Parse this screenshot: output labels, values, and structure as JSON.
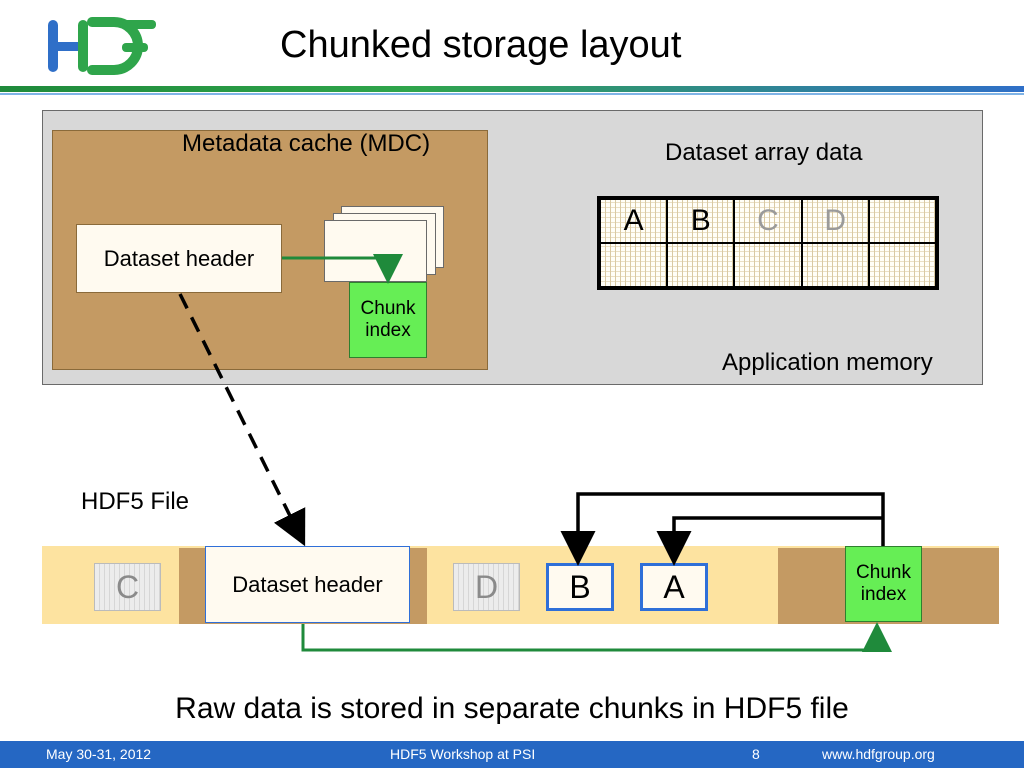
{
  "logo": {
    "text": "HDF"
  },
  "slide": {
    "title": "Chunked storage layout"
  },
  "app_memory": {
    "label": "Application memory",
    "mdc": {
      "label": "Metadata cache (MDC)",
      "dataset_header": "Dataset header",
      "chunk_index": "Chunk\nindex"
    },
    "array": {
      "label": "Dataset array data",
      "row1": [
        "A",
        "B",
        "C",
        "D",
        ""
      ],
      "row2": [
        "",
        "",
        "",
        "",
        ""
      ]
    }
  },
  "hdf5_file": {
    "label": "HDF5 File",
    "chunk_c": "C",
    "dataset_header": "Dataset header",
    "chunk_d": "D",
    "chunk_b": "B",
    "chunk_a": "A",
    "chunk_index": "Chunk\nindex"
  },
  "caption": "Raw data is stored in separate chunks in HDF5 file",
  "footer": {
    "date": "May 30-31, 2012",
    "event": "HDF5 Workshop at PSI",
    "page": "8",
    "url": "www.hdfgroup.org"
  },
  "colors": {
    "accent_blue": "#2567c3",
    "green": "#1f8a3b",
    "mdc_brown": "#c49a63",
    "file_tan": "#fde3a0",
    "chunk_index_green": "#66ee55"
  }
}
